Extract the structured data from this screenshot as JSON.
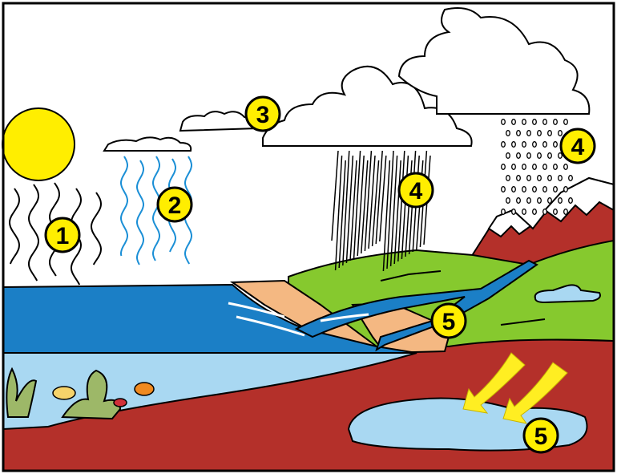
{
  "diagram": {
    "labels": [
      {
        "id": "evaporation",
        "text": "1"
      },
      {
        "id": "condensation-rising",
        "text": "2"
      },
      {
        "id": "cloud",
        "text": "3"
      },
      {
        "id": "rain",
        "text": "4"
      },
      {
        "id": "snow",
        "text": "4"
      },
      {
        "id": "runoff",
        "text": "5"
      },
      {
        "id": "groundwater",
        "text": "5"
      }
    ],
    "colors": {
      "sun": "#FFEE00",
      "ocean": "#1B7FC6",
      "shallow_water": "#A9D8F2",
      "earth": "#B4302A",
      "grass": "#86C92E",
      "sand": "#F4B882",
      "label_fill": "#FFEE00",
      "arrow": "#FFEE22",
      "outline": "#000000"
    }
  }
}
